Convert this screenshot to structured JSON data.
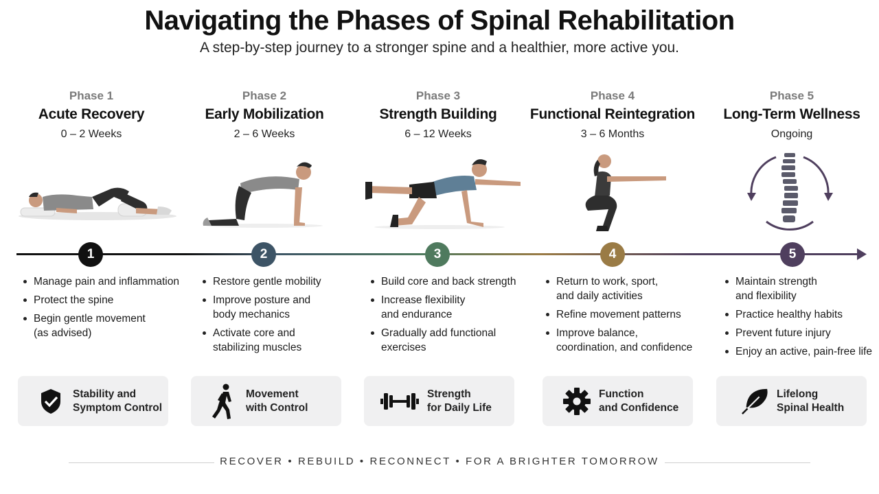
{
  "title": "Navigating the Phases of Spinal Rehabilitation",
  "subtitle": "A step-by-step journey to a stronger spine and a healthier, more active you.",
  "colors": {
    "phase1": "#111111",
    "phase2": "#3d5466",
    "phase3": "#4f7a5e",
    "phase4": "#9a7b45",
    "phase5": "#4f3f5e"
  },
  "phases": [
    {
      "num": "Phase 1",
      "name": "Acute Recovery",
      "duration": "0 – 2 Weeks",
      "node": "1",
      "bullets": [
        "Manage pain and inflammation",
        "Protect the spine",
        "Begin gentle movement\n(as advised)"
      ],
      "badge": {
        "icon": "shield-check-icon",
        "text": "Stability and\nSymptom Control"
      }
    },
    {
      "num": "Phase 2",
      "name": "Early Mobilization",
      "duration": "2 – 6 Weeks",
      "node": "2",
      "bullets": [
        "Restore gentle mobility",
        "Improve posture and\nbody mechanics",
        "Activate core and\nstabilizing muscles"
      ],
      "badge": {
        "icon": "walking-person-icon",
        "text": "Movement\nwith Control"
      }
    },
    {
      "num": "Phase 3",
      "name": "Strength Building",
      "duration": "6 – 12 Weeks",
      "node": "3",
      "bullets": [
        "Build core and back strength",
        "Increase flexibility\nand endurance",
        "Gradually add functional\nexercises"
      ],
      "badge": {
        "icon": "dumbbell-icon",
        "text": "Strength\nfor Daily Life"
      }
    },
    {
      "num": "Phase 4",
      "name": "Functional Reintegration",
      "duration": "3 – 6 Months",
      "node": "4",
      "bullets": [
        "Return to work, sport,\nand daily activities",
        "Refine movement patterns",
        "Improve balance,\ncoordination, and confidence"
      ],
      "badge": {
        "icon": "gear-icon",
        "text": "Function\nand Confidence"
      }
    },
    {
      "num": "Phase 5",
      "name": "Long-Term Wellness",
      "duration": "Ongoing",
      "node": "5",
      "bullets": [
        "Maintain strength\nand flexibility",
        "Practice healthy habits",
        "Prevent future injury",
        "Enjoy an active, pain-free life"
      ],
      "badge": {
        "icon": "leaf-icon",
        "text": "Lifelong\nSpinal Health"
      }
    }
  ],
  "footer": "RECOVER • REBUILD • RECONNECT • FOR A BRIGHTER TOMORROW"
}
